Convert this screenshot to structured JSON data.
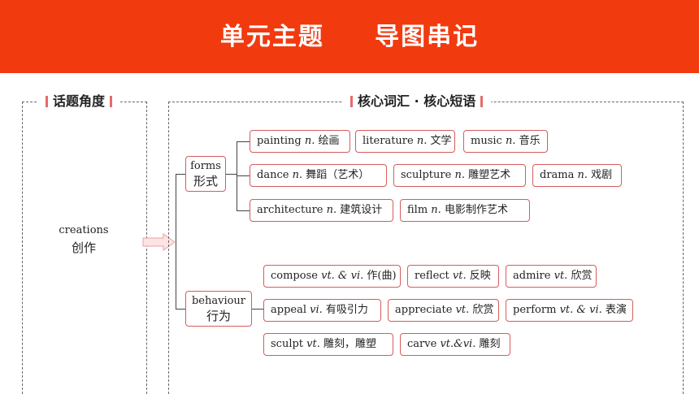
{
  "header": {
    "title": "单元主题     导图串记",
    "bg_color": "#f23a0f"
  },
  "left_panel": {
    "label": "话题角度",
    "topic_en": "creations",
    "topic_zh": "创作"
  },
  "right_panel": {
    "label": "核心词汇 · 核心短语"
  },
  "categories": [
    {
      "en": "forms",
      "zh": "形式"
    },
    {
      "en": "behaviour",
      "zh": "行为"
    }
  ],
  "forms_items": [
    {
      "word": "painting",
      "pos": "n.",
      "zh": "绘画"
    },
    {
      "word": "literature",
      "pos": "n.",
      "zh": "文学"
    },
    {
      "word": "music",
      "pos": "n.",
      "zh": "音乐"
    },
    {
      "word": "dance",
      "pos": "n.",
      "zh": "舞蹈（艺术）"
    },
    {
      "word": "sculpture",
      "pos": "n.",
      "zh": "雕塑艺术"
    },
    {
      "word": "drama",
      "pos": "n.",
      "zh": "戏剧"
    },
    {
      "word": "architecture",
      "pos": "n.",
      "zh": "建筑设计"
    },
    {
      "word": "film",
      "pos": "n.",
      "zh": "电影制作艺术"
    }
  ],
  "behaviour_items": [
    {
      "word": "compose",
      "pos": "vt. & vi.",
      "zh": "作(曲)"
    },
    {
      "word": "reflect",
      "pos": "vt.",
      "zh": "反映"
    },
    {
      "word": "admire",
      "pos": "vt.",
      "zh": "欣赏"
    },
    {
      "word": "appeal",
      "pos": "vi.",
      "zh": "有吸引力"
    },
    {
      "word": "appreciate",
      "pos": "vt.",
      "zh": "欣赏"
    },
    {
      "word": "perform",
      "pos": "vt. & vi.",
      "zh": "表演"
    },
    {
      "word": "sculpt",
      "pos": "vt.",
      "zh": "雕刻，雕塑"
    },
    {
      "word": "carve",
      "pos": "vt.&vi.",
      "zh": "雕刻"
    }
  ]
}
